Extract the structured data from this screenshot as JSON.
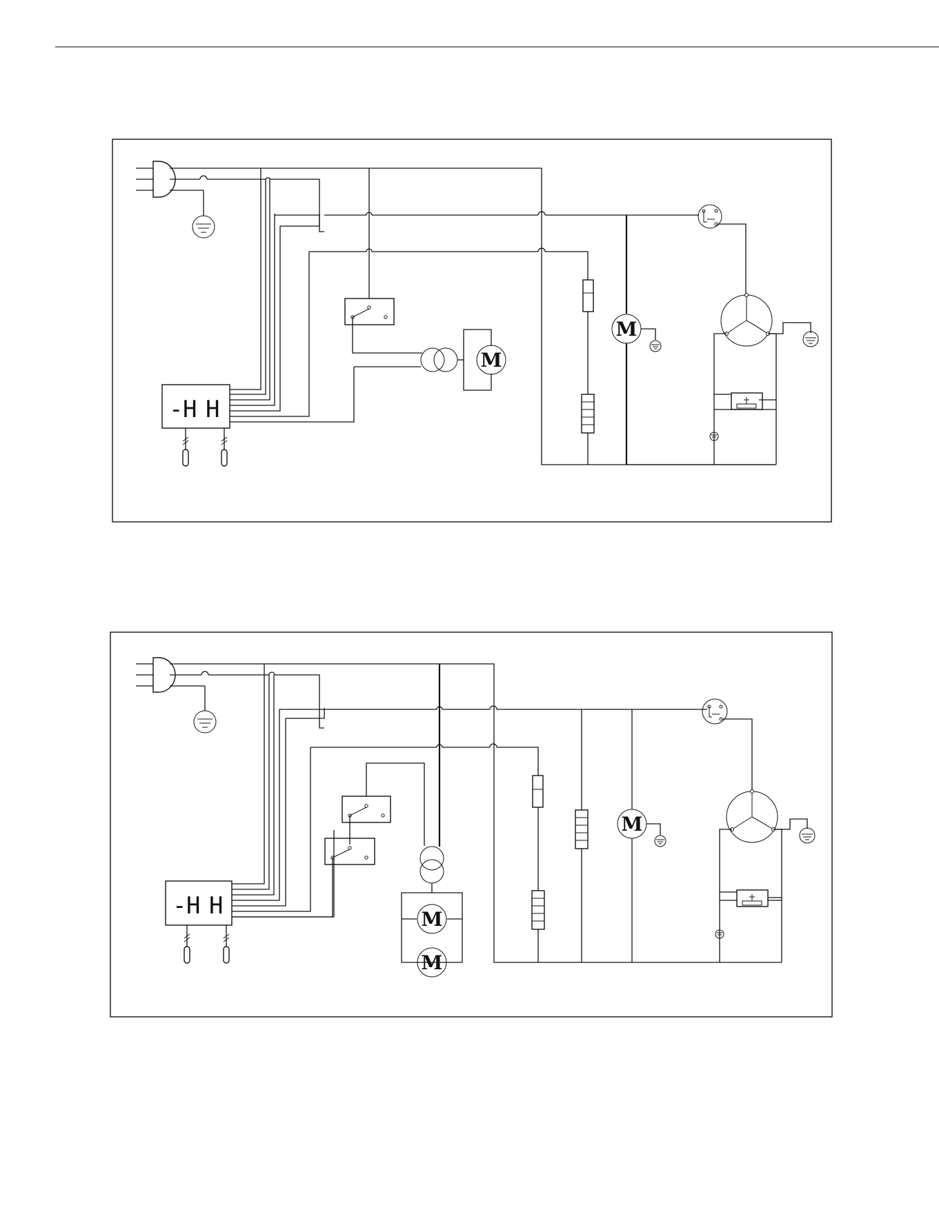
{
  "page": {
    "header_rule": true
  },
  "diagrams": [
    {
      "id": "wiring-diagram-1",
      "display": {
        "left": "-",
        "digit1": "H",
        "digit2": "H"
      },
      "motor_labels": [
        "M",
        "M"
      ]
    },
    {
      "id": "wiring-diagram-2",
      "display": {
        "left": "-",
        "digit1": "H",
        "digit2": "H"
      },
      "motor_labels": [
        "M",
        "M",
        "M"
      ]
    }
  ],
  "colors": {
    "ink": "#111111",
    "background": "#ffffff"
  }
}
